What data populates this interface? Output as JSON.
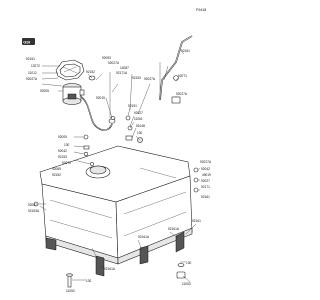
{
  "figure_code": "F0418",
  "part_numbers": [
    "92161",
    "13272",
    "11012",
    "92027A",
    "92005",
    "92093",
    "92152",
    "92027A",
    "14087",
    "92171A",
    "92153",
    "92027A",
    "92161",
    "92071",
    "92027A",
    "92015",
    "92151",
    "92027",
    "11061",
    "51048",
    "130",
    "92005",
    "130",
    "92042",
    "92153",
    "92075",
    "92069",
    "92152",
    "92027A",
    "92042",
    "49019",
    "92027",
    "92171",
    "92161",
    "92007",
    "92153A",
    "92161A",
    "92161A",
    "92161A",
    "92161",
    "130",
    "11053",
    "130",
    "11053"
  ],
  "brand_badge": "GSI"
}
